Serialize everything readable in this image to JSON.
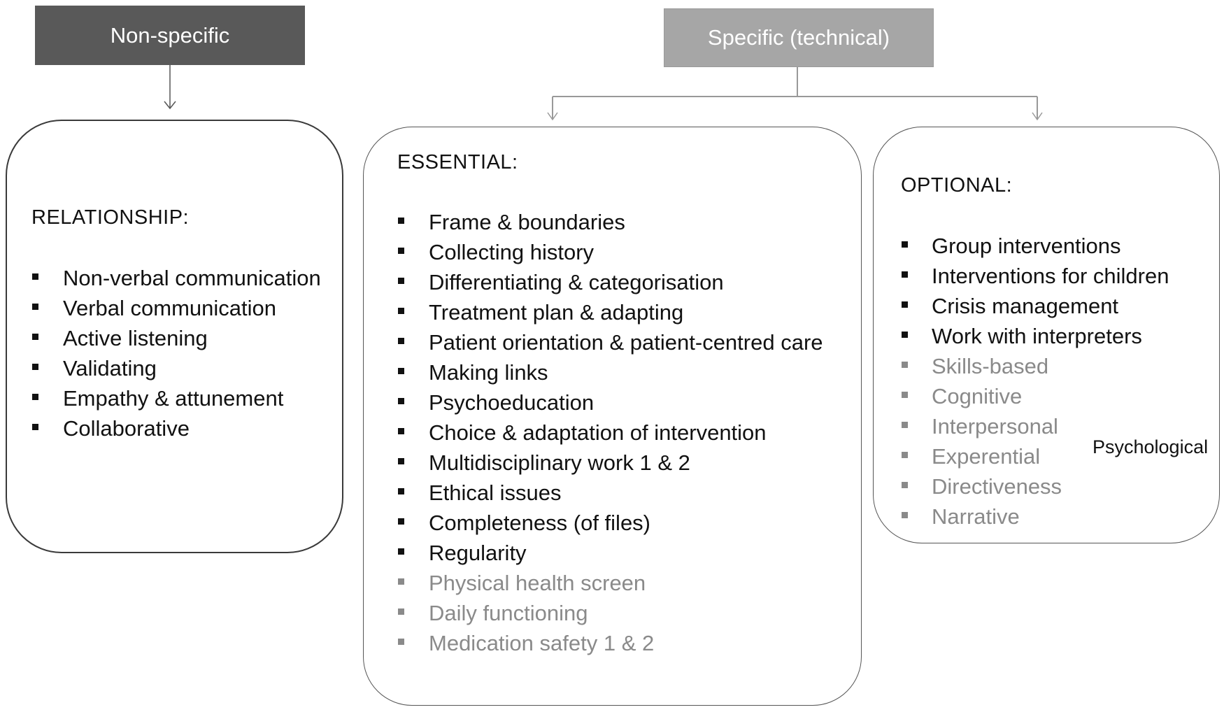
{
  "colors": {
    "nonspecific_header_bg": "#595959",
    "specific_header_bg": "#a6a6a6",
    "text_primary": "#111111",
    "text_muted": "#8a8a8a",
    "box_border": "#3a3a3a"
  },
  "headers": {
    "nonspecific": "Non-specific",
    "specific": "Specific (technical)"
  },
  "relationship": {
    "title": "RELATIONSHIP:",
    "items": [
      {
        "label": "Non-verbal communication",
        "muted": false
      },
      {
        "label": "Verbal communication",
        "muted": false
      },
      {
        "label": "Active listening",
        "muted": false
      },
      {
        "label": "Validating",
        "muted": false
      },
      {
        "label": "Empathy & attunement",
        "muted": false
      },
      {
        "label": "Collaborative",
        "muted": false
      }
    ]
  },
  "essential": {
    "title": "ESSENTIAL:",
    "items": [
      {
        "label": "Frame & boundaries",
        "muted": false
      },
      {
        "label": "Collecting history",
        "muted": false
      },
      {
        "label": "Differentiating & categorisation",
        "muted": false
      },
      {
        "label": "Treatment plan & adapting",
        "muted": false
      },
      {
        "label": "Patient orientation & patient-centred care",
        "muted": false
      },
      {
        "label": "Making links",
        "muted": false
      },
      {
        "label": "Psychoeducation",
        "muted": false
      },
      {
        "label": "Choice & adaptation of intervention",
        "muted": false
      },
      {
        "label": "Multidisciplinary work 1 & 2",
        "muted": false
      },
      {
        "label": "Ethical issues",
        "muted": false
      },
      {
        "label": "Completeness (of files)",
        "muted": false
      },
      {
        "label": "Regularity",
        "muted": false
      },
      {
        "label": "Physical health screen",
        "muted": true
      },
      {
        "label": "Daily functioning",
        "muted": true
      },
      {
        "label": "Medication safety 1 & 2",
        "muted": true
      }
    ]
  },
  "optional": {
    "title": "OPTIONAL:",
    "items": [
      {
        "label": "Group interventions",
        "muted": false
      },
      {
        "label": "Interventions for children",
        "muted": false
      },
      {
        "label": "Crisis management",
        "muted": false
      },
      {
        "label": "Work with interpreters",
        "muted": false
      },
      {
        "label": "Skills-based",
        "muted": true
      },
      {
        "label": "Cognitive",
        "muted": true
      },
      {
        "label": "Interpersonal",
        "muted": true
      },
      {
        "label": "Experential",
        "muted": true
      },
      {
        "label": "Directiveness",
        "muted": true
      },
      {
        "label": "Narrative",
        "muted": true
      }
    ],
    "bracket_label": "Psychological"
  }
}
